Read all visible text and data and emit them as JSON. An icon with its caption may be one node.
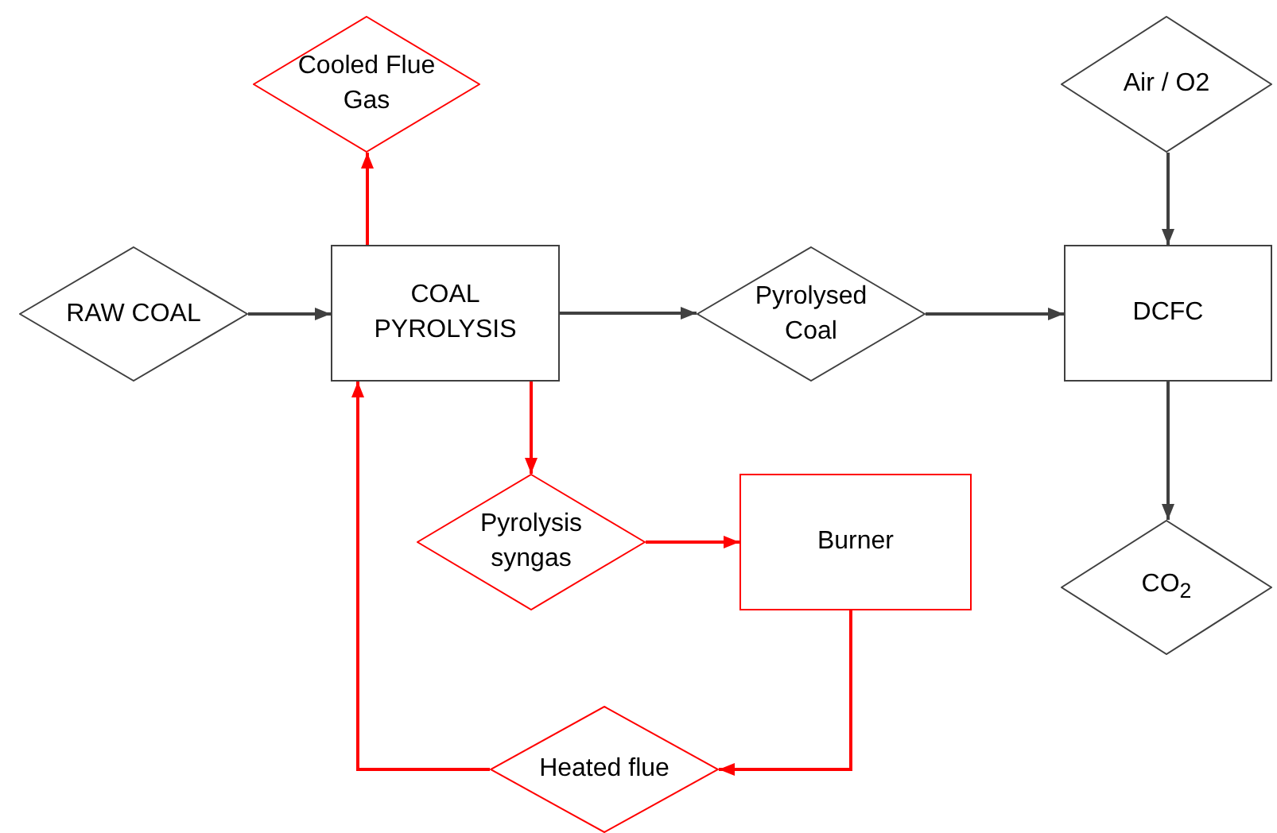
{
  "diagram": {
    "nodes": [
      {
        "text": [
          "RAW COAL"
        ]
      },
      {
        "text": [
          "COAL PYROLYSIS"
        ]
      },
      {
        "text": [
          "Cooled Flue Gas"
        ]
      },
      {
        "text": [
          "Pyrolysed Coal"
        ]
      },
      {
        "text": [
          "Air / O2"
        ]
      },
      {
        "text": [
          "DCFC"
        ]
      },
      {
        "text": [
          "CO$_{2}$"
        ]
      },
      {
        "text": [
          "Pyrolysis syngas"
        ]
      },
      {
        "text": [
          "Burner"
        ]
      },
      {
        "text": [
          "Heated flue"
        ]
      }
    ],
    "edges": [
      {
        "from": 0,
        "to": 1,
        "arrow": "to"
      },
      {
        "from": 1,
        "to": 2,
        "arrow": "to",
        "color": "#ff0000"
      },
      {
        "from": 1,
        "to": 3,
        "arrow": "to"
      },
      {
        "from": 3,
        "to": 5,
        "arrow": "to"
      },
      {
        "from": 4,
        "to": 5,
        "arrow": "to"
      },
      {
        "from": 5,
        "to": 6,
        "arrow": "to"
      },
      {
        "from": 1,
        "to": 7,
        "arrow": "to",
        "color": "#ff0000"
      },
      {
        "from": 7,
        "to": 8,
        "arrow": "to",
        "color": "#ff0000"
      },
      {
        "from": 8,
        "to": 9,
        "arrow": "to",
        "color": "#ff0000"
      },
      {
        "from": 9,
        "to": 1,
        "arrow": "to",
        "color": "#ff0000"
      }
    ]
  }
}
